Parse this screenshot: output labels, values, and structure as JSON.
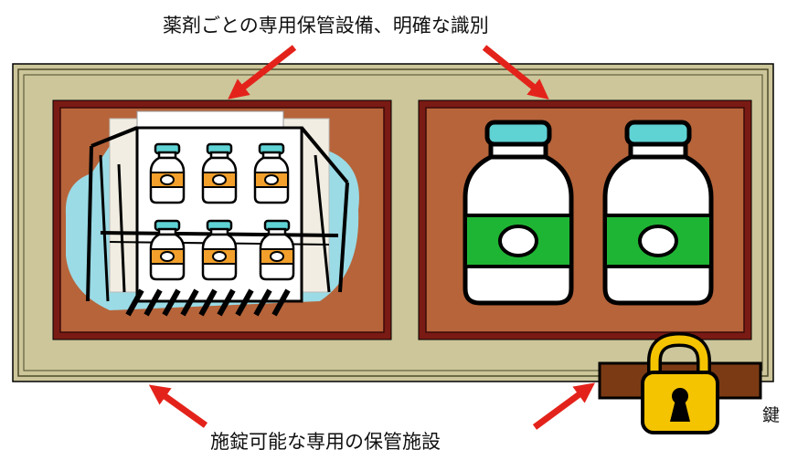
{
  "labels": {
    "top": "薬剤ごとの専用保管設備、明確な識別",
    "bottom": "施錠可能な専用の保管施設",
    "key": "鍵"
  },
  "colors": {
    "outer_frame": "#ccc69a",
    "panel_border": "#7a1a14",
    "panel_fill": "#b7643a",
    "arrow": "#e3231b",
    "bottle_green": "#1fb534",
    "bottle_cap": "#5fd2d4",
    "vial_label": "#f2a02b",
    "lock_body": "#f5c400",
    "strap": "#7b3a14"
  },
  "icons": [
    "refrigerator-with-vials-icon",
    "medicine-bottle-icon",
    "padlock-icon",
    "arrow-icon"
  ]
}
